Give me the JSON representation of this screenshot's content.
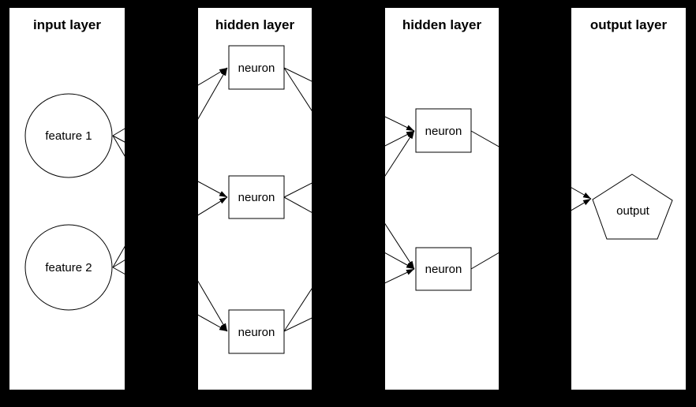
{
  "diagram": {
    "type": "neural-network-feedforward",
    "colors": {
      "background": "#000000",
      "panel_background": "#ffffff",
      "stroke": "#000000",
      "text": "#000000"
    },
    "layers": [
      {
        "title": "input layer",
        "nodes": [
          {
            "id": "feature1",
            "label": "feature 1",
            "shape": "circle"
          },
          {
            "id": "feature2",
            "label": "feature 2",
            "shape": "circle"
          }
        ]
      },
      {
        "title": "hidden layer",
        "nodes": [
          {
            "id": "h1n1",
            "label": "neuron",
            "shape": "box"
          },
          {
            "id": "h1n2",
            "label": "neuron",
            "shape": "box"
          },
          {
            "id": "h1n3",
            "label": "neuron",
            "shape": "box"
          }
        ]
      },
      {
        "title": "hidden layer",
        "nodes": [
          {
            "id": "h2n1",
            "label": "neuron",
            "shape": "box"
          },
          {
            "id": "h2n2",
            "label": "neuron",
            "shape": "box"
          }
        ]
      },
      {
        "title": "output layer",
        "nodes": [
          {
            "id": "output",
            "label": "output",
            "shape": "pentagon"
          }
        ]
      }
    ],
    "edges": [
      {
        "from": "feature1",
        "to": "h1n1"
      },
      {
        "from": "feature1",
        "to": "h1n2"
      },
      {
        "from": "feature1",
        "to": "h1n3"
      },
      {
        "from": "feature2",
        "to": "h1n1"
      },
      {
        "from": "feature2",
        "to": "h1n2"
      },
      {
        "from": "feature2",
        "to": "h1n3"
      },
      {
        "from": "h1n1",
        "to": "h2n1"
      },
      {
        "from": "h1n1",
        "to": "h2n2"
      },
      {
        "from": "h1n2",
        "to": "h2n1"
      },
      {
        "from": "h1n2",
        "to": "h2n2"
      },
      {
        "from": "h1n3",
        "to": "h2n1"
      },
      {
        "from": "h1n3",
        "to": "h2n2"
      },
      {
        "from": "h2n1",
        "to": "output"
      },
      {
        "from": "h2n2",
        "to": "output"
      }
    ]
  }
}
